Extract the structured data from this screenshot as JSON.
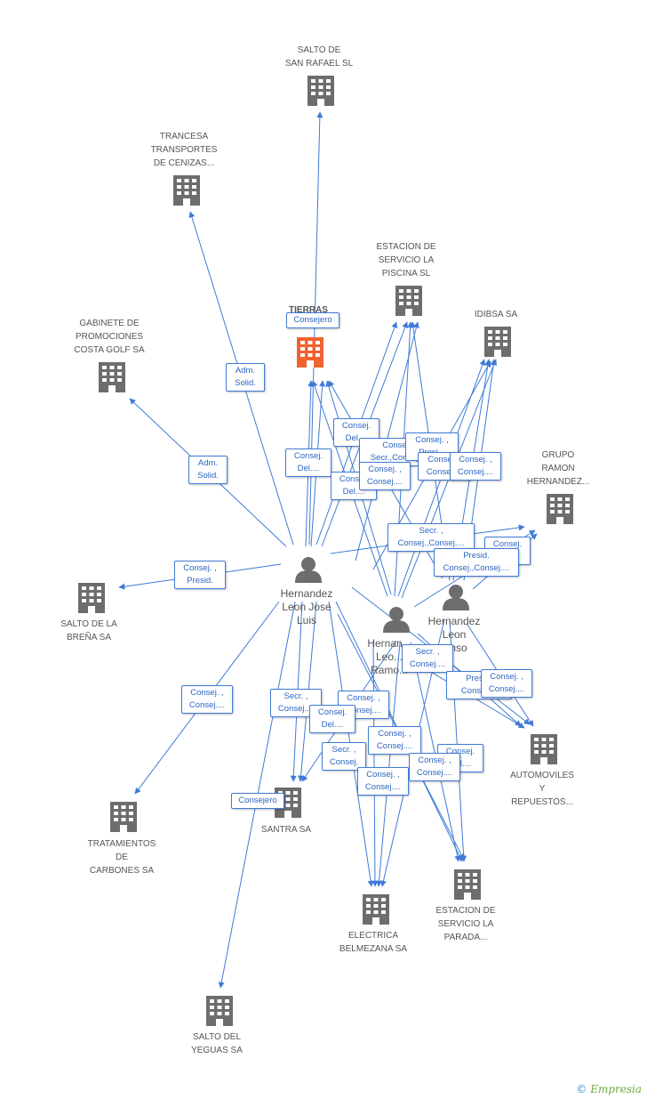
{
  "colors": {
    "edge": "#3f7bd6",
    "company": "#6d6d6d",
    "focus": "#f0622f",
    "person": "#6d6d6d"
  },
  "companies": [
    {
      "id": "salto_rafael",
      "label": "SALTO DE\nSAN RAFAEL SL",
      "icon": "building-icon"
    },
    {
      "id": "trancesa",
      "label": "TRANCESA\nTRANSPORTES\nDE CENIZAS...",
      "icon": "building-icon"
    },
    {
      "id": "estacion_piscina",
      "label": "ESTACION DE\nSERVICIO LA\nPISCINA SL",
      "icon": "building-icon"
    },
    {
      "id": "tierras",
      "label": "TIERRAS\nCOR...SA",
      "icon": "building-icon",
      "focus": true
    },
    {
      "id": "idibsa",
      "label": "IDIBSA SA",
      "icon": "building-icon"
    },
    {
      "id": "gabinete",
      "label": "GABINETE DE\nPROMOCIONES\nCOSTA GOLF SA",
      "icon": "building-icon"
    },
    {
      "id": "grupo_ramon",
      "label": "GRUPO\nRAMON\nHERNANDEZ...",
      "icon": "building-icon"
    },
    {
      "id": "salto_brena",
      "label": "SALTO DE LA\nBREÑA SA",
      "icon": "building-icon"
    },
    {
      "id": "automoviles",
      "label": "AUTOMOVILES\nY\nREPUESTOS...",
      "icon": "building-icon"
    },
    {
      "id": "tratamientos",
      "label": "TRATAMIENTOS\nDE\nCARBONES SA",
      "icon": "building-icon"
    },
    {
      "id": "santra",
      "label": "SANTRA SA",
      "icon": "building-icon"
    },
    {
      "id": "estacion_parada",
      "label": "ESTACION DE\nSERVICIO LA\nPARADA...",
      "icon": "building-icon"
    },
    {
      "id": "electrica",
      "label": "ELECTRICA\nBELMEZANA SA",
      "icon": "building-icon"
    },
    {
      "id": "salto_yeguas",
      "label": "SALTO DEL\nYEGUAS SA",
      "icon": "building-icon"
    }
  ],
  "persons": [
    {
      "id": "p_jose",
      "label": "Hernandez\nLeon Jose\nLuis",
      "icon": "person-icon"
    },
    {
      "id": "p_ramon",
      "label": "Hernan...\nLeo...\nRamo...",
      "icon": "person-icon"
    },
    {
      "id": "p_alonso",
      "label": "Hernandez\nLeon\n...nso",
      "icon": "person-icon"
    }
  ],
  "edge_labels": [
    "Consejero",
    "Adm.\nSolid.",
    "Adm.\nSolid.",
    "Consej. ,\nPresid.",
    "Consej. ,\nConsej....",
    "Consejero",
    "Consej.\nDel....",
    "Consej.\nDel....",
    "Consej.\nDel....",
    "Consej. ,\nSecr.,Consej....",
    "Consej. ,\nConsej....",
    "Consej. ,\nPresi...",
    "Consej. ,\nConsej....",
    "Consej. ,\nConsej....",
    "Secr. ,\nConsej.,Consej....",
    "Consej.\nDel....",
    "Presid.\nConsej.,Consej....",
    "Secr. ,\nConsej....",
    "Presid.\nConsej....",
    "Consej. ,\nConsej....",
    "Secr. ,\nConsej....",
    "Consej. ,\nConsej....",
    "Consej.\nDel....",
    "Secr. ,\nConsej.",
    "Consej. ,\nConsej....",
    "Consej. ,\nConsej....",
    "Consej.\nDel....",
    "Consej. ,\nConsej...."
  ],
  "footer": {
    "copyright": "©",
    "brand": "Empresia"
  }
}
